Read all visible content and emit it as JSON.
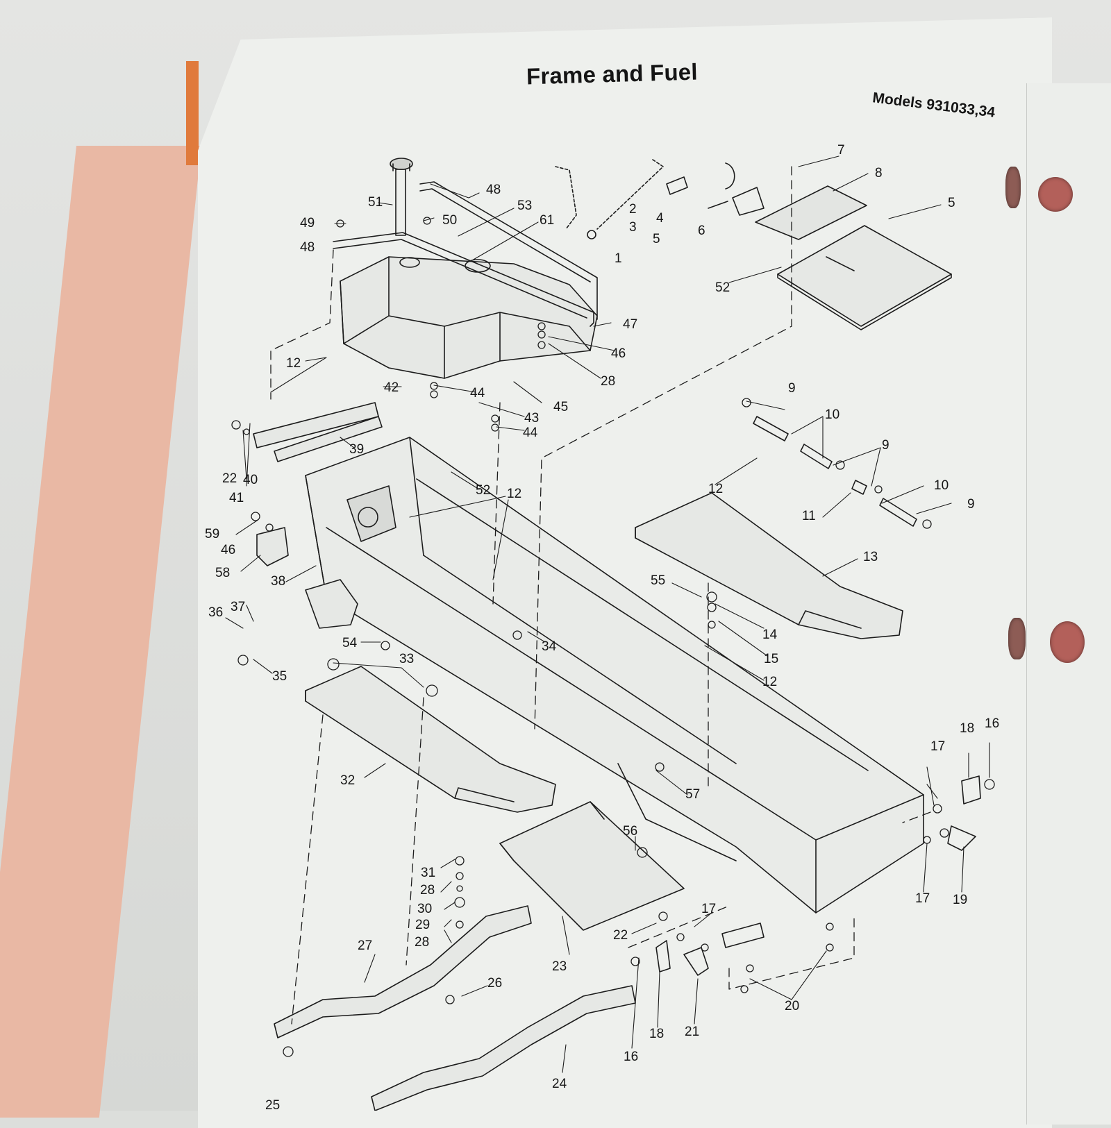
{
  "page": {
    "title": "Frame and Fuel",
    "models": "Models 931033,34"
  },
  "callouts": [
    {
      "id": "c1",
      "text": "1"
    },
    {
      "id": "c2",
      "text": "2"
    },
    {
      "id": "c3",
      "text": "3"
    },
    {
      "id": "c4",
      "text": "4"
    },
    {
      "id": "c5a",
      "text": "5"
    },
    {
      "id": "c5b",
      "text": "5"
    },
    {
      "id": "c6",
      "text": "6"
    },
    {
      "id": "c7",
      "text": "7"
    },
    {
      "id": "c8",
      "text": "8"
    },
    {
      "id": "c9a",
      "text": "9"
    },
    {
      "id": "c9b",
      "text": "9"
    },
    {
      "id": "c9c",
      "text": "9"
    },
    {
      "id": "c10a",
      "text": "10"
    },
    {
      "id": "c10b",
      "text": "10"
    },
    {
      "id": "c11",
      "text": "11"
    },
    {
      "id": "c12a",
      "text": "12"
    },
    {
      "id": "c12b",
      "text": "12"
    },
    {
      "id": "c12c",
      "text": "12"
    },
    {
      "id": "c12d",
      "text": "12"
    },
    {
      "id": "c13",
      "text": "13"
    },
    {
      "id": "c14",
      "text": "14"
    },
    {
      "id": "c15",
      "text": "15"
    },
    {
      "id": "c16a",
      "text": "16"
    },
    {
      "id": "c16b",
      "text": "16"
    },
    {
      "id": "c17a",
      "text": "17"
    },
    {
      "id": "c17b",
      "text": "17"
    },
    {
      "id": "c17c",
      "text": "17"
    },
    {
      "id": "c18a",
      "text": "18"
    },
    {
      "id": "c18b",
      "text": "18"
    },
    {
      "id": "c19",
      "text": "19"
    },
    {
      "id": "c20",
      "text": "20"
    },
    {
      "id": "c21",
      "text": "21"
    },
    {
      "id": "c22a",
      "text": "22"
    },
    {
      "id": "c22b",
      "text": "22"
    },
    {
      "id": "c23",
      "text": "23"
    },
    {
      "id": "c24",
      "text": "24"
    },
    {
      "id": "c25",
      "text": "25"
    },
    {
      "id": "c26",
      "text": "26"
    },
    {
      "id": "c27",
      "text": "27"
    },
    {
      "id": "c28a",
      "text": "28"
    },
    {
      "id": "c28b",
      "text": "28"
    },
    {
      "id": "c28c",
      "text": "28"
    },
    {
      "id": "c29",
      "text": "29"
    },
    {
      "id": "c30",
      "text": "30"
    },
    {
      "id": "c31",
      "text": "31"
    },
    {
      "id": "c32",
      "text": "32"
    },
    {
      "id": "c33",
      "text": "33"
    },
    {
      "id": "c34",
      "text": "34"
    },
    {
      "id": "c35",
      "text": "35"
    },
    {
      "id": "c36",
      "text": "36"
    },
    {
      "id": "c37",
      "text": "37"
    },
    {
      "id": "c38",
      "text": "38"
    },
    {
      "id": "c39",
      "text": "39"
    },
    {
      "id": "c40",
      "text": "40"
    },
    {
      "id": "c41",
      "text": "41"
    },
    {
      "id": "c42",
      "text": "42"
    },
    {
      "id": "c43",
      "text": "43"
    },
    {
      "id": "c44a",
      "text": "44"
    },
    {
      "id": "c44b",
      "text": "44"
    },
    {
      "id": "c45",
      "text": "45"
    },
    {
      "id": "c46a",
      "text": "46"
    },
    {
      "id": "c46b",
      "text": "46"
    },
    {
      "id": "c47",
      "text": "47"
    },
    {
      "id": "c48a",
      "text": "48"
    },
    {
      "id": "c48b",
      "text": "48"
    },
    {
      "id": "c49",
      "text": "49"
    },
    {
      "id": "c50",
      "text": "50"
    },
    {
      "id": "c51",
      "text": "51"
    },
    {
      "id": "c52a",
      "text": "52"
    },
    {
      "id": "c52b",
      "text": "52"
    },
    {
      "id": "c53",
      "text": "53"
    },
    {
      "id": "c54",
      "text": "54"
    },
    {
      "id": "c55",
      "text": "55"
    },
    {
      "id": "c56",
      "text": "56"
    },
    {
      "id": "c57",
      "text": "57"
    },
    {
      "id": "c58",
      "text": "58"
    },
    {
      "id": "c59",
      "text": "59"
    },
    {
      "id": "c61",
      "text": "61"
    }
  ]
}
